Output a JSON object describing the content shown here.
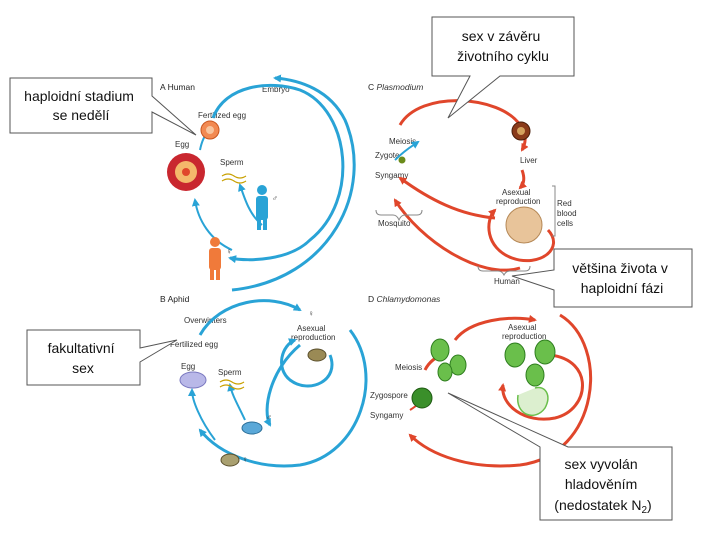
{
  "panels": {
    "a": {
      "letter": "A",
      "name": "Human",
      "labels": {
        "embryo": "Embryo",
        "fertilized_egg": "Fertilized egg",
        "egg": "Egg",
        "sperm": "Sperm"
      }
    },
    "b": {
      "letter": "B",
      "name": "Aphid",
      "labels": {
        "overwinters": "Overwinters",
        "asexual1": "Asexual",
        "asexual2": "reproduction",
        "fertilized_egg": "Fertilized egg",
        "egg": "Egg",
        "sperm": "Sperm"
      }
    },
    "c": {
      "letter": "C",
      "name": "Plasmodium",
      "labels": {
        "meiosis": "Meiosis",
        "zygote": "Zygote",
        "syngamy": "Syngamy",
        "liver": "Liver",
        "asexual1": "Asexual",
        "asexual2": "reproduction",
        "red1": "Red",
        "red2": "blood",
        "red3": "cells",
        "mosquito": "Mosquito",
        "human": "Human"
      }
    },
    "d": {
      "letter": "D",
      "name": "Chlamydomonas",
      "labels": {
        "asexual1": "Asexual",
        "asexual2": "reproduction",
        "meiosis": "Meiosis",
        "zygospore": "Zygospore",
        "syngamy": "Syngamy"
      }
    }
  },
  "symbols": {
    "male": "♂",
    "female": "♀"
  },
  "callouts": {
    "top": [
      "sex v závěru",
      "životního cyklu"
    ],
    "left_top": [
      "haploidní stadium",
      "se nedělí"
    ],
    "right_mid": [
      "většina života v",
      "haploidní fázi"
    ],
    "left_mid": [
      "fakultativní",
      "sex"
    ],
    "bottom_right": [
      "sex vyvolán",
      "hladověním",
      "(nedostatek N",
      "2",
      ")"
    ]
  },
  "colors": {
    "diploid": "#29a3d6",
    "haploid": "#e0462b"
  }
}
